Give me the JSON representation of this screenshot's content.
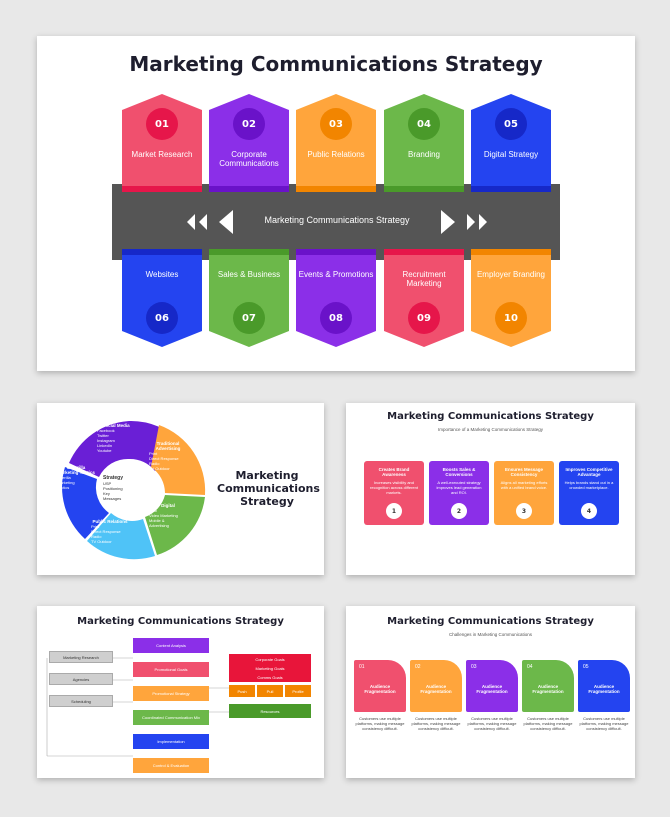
{
  "slide1": {
    "title": "Marketing Communications Strategy",
    "center_label": "Marketing Communications Strategy",
    "top": [
      {
        "num": "01",
        "label": "Market Research",
        "color": "#f0506e",
        "badge": "#e6164a"
      },
      {
        "num": "02",
        "label": "Corporate Communications",
        "color": "#8b2fe8",
        "badge": "#6a12c9"
      },
      {
        "num": "03",
        "label": "Public Relations",
        "color": "#ffa53c",
        "badge": "#f28500"
      },
      {
        "num": "04",
        "label": "Branding",
        "color": "#6cb84a",
        "badge": "#4a9a2a"
      },
      {
        "num": "05",
        "label": "Digital Strategy",
        "color": "#2444f0",
        "badge": "#1628c8"
      }
    ],
    "bottom": [
      {
        "num": "06",
        "label": "Websites",
        "color": "#2444f0",
        "badge": "#1628c8"
      },
      {
        "num": "07",
        "label": "Sales & Business",
        "color": "#6cb84a",
        "badge": "#4a9a2a"
      },
      {
        "num": "08",
        "label": "Events & Promotions",
        "color": "#8b2fe8",
        "badge": "#6a12c9"
      },
      {
        "num": "09",
        "label": "Recruitment Marketing",
        "color": "#f0506e",
        "badge": "#e6164a"
      },
      {
        "num": "10",
        "label": "Employer Branding",
        "color": "#ffa53c",
        "badge": "#f28500"
      }
    ]
  },
  "slide2": {
    "title": "Marketing Communications Strategy",
    "center": {
      "title": "Strategy",
      "items": [
        "USP",
        "Positioning",
        "Key",
        "Messages"
      ]
    },
    "segments": [
      {
        "title": "Social Media",
        "items": [
          "Facebook",
          "Twitter",
          "Instagram",
          "LinkedIn",
          "Youtube"
        ],
        "color": "#6a1fd6"
      },
      {
        "title": "Traditional Advertising",
        "items": [
          "Print",
          "Direct Response",
          "Radio",
          "TV Outdoor"
        ],
        "color": "#ffa53c"
      },
      {
        "title": "Digital",
        "items": [
          "Web",
          "Video Marketing",
          "Mobile &",
          "Advertising"
        ],
        "color": "#6cb84a"
      },
      {
        "title": "Public Relations",
        "items": [
          "Print",
          "Direct Response",
          "Radio",
          "TV Outdoor"
        ],
        "color": "#4fc3f7"
      },
      {
        "title": "Guerrilla Marketing Tactics",
        "items": [
          "Guerilla",
          "Marketing",
          "Tactics"
        ],
        "color": "#2444f0"
      }
    ]
  },
  "slide3": {
    "title": "Marketing Communications Strategy",
    "subtitle": "Importance of a Marketing Communications Strategy",
    "cards": [
      {
        "title": "Creates Brand Awareness",
        "text": "Increases visibility and recognition across different markets.",
        "num": "1",
        "color": "#f0506e"
      },
      {
        "title": "Boosts Sales & Conversions",
        "text": "A well-executed strategy improves lead generation and ROI.",
        "num": "2",
        "color": "#8b2fe8"
      },
      {
        "title": "Ensures Message Consistency",
        "text": "Aligns all marketing efforts with a unified brand voice.",
        "num": "3",
        "color": "#ffa53c"
      },
      {
        "title": "Improves Competitive Advantage",
        "text": "Helps brands stand out in a crowded marketplace.",
        "num": "4",
        "color": "#2444f0"
      }
    ]
  },
  "slide4": {
    "title": "Marketing Communications Strategy",
    "left": [
      "Marketing Research",
      "Agencies",
      "Scheduling"
    ],
    "middle": [
      {
        "label": "Content Analysis",
        "color": "#8b2fe8"
      },
      {
        "label": "Promotional Goals",
        "color": "#f0506e"
      },
      {
        "label": "Promotional Strategy",
        "color": "#ffa53c"
      },
      {
        "label": "Coordinated Communication Mix",
        "color": "#6cb84a"
      },
      {
        "label": "Implementation",
        "color": "#2444f0"
      },
      {
        "label": "Control & Evaluation",
        "color": "#ffa53c"
      }
    ],
    "goals": [
      "Corporate Goals",
      "Marketing Goals",
      "Comms Goals"
    ],
    "push_pull": [
      "Push",
      "Pull",
      "Profile"
    ],
    "resources": "Resources"
  },
  "slide5": {
    "title": "Marketing Communications Strategy",
    "subtitle": "Challenges in Marketing Communications",
    "cards": [
      {
        "num": "01",
        "title": "Audience Fragmentation",
        "text": "Customers use multiple platforms, making message consistency difficult.",
        "color": "#f0506e"
      },
      {
        "num": "02",
        "title": "Audience Fragmentation",
        "text": "Customers use multiple platforms, making message consistency difficult.",
        "color": "#ffa53c"
      },
      {
        "num": "03",
        "title": "Audience Fragmentation",
        "text": "Customers use multiple platforms, making message consistency difficult.",
        "color": "#8b2fe8"
      },
      {
        "num": "04",
        "title": "Audience Fragmentation",
        "text": "Customers use multiple platforms, making message consistency difficult.",
        "color": "#6cb84a"
      },
      {
        "num": "05",
        "title": "Audience Fragmentation",
        "text": "Customers use multiple platforms, making message consistency difficult.",
        "color": "#2444f0"
      }
    ]
  }
}
